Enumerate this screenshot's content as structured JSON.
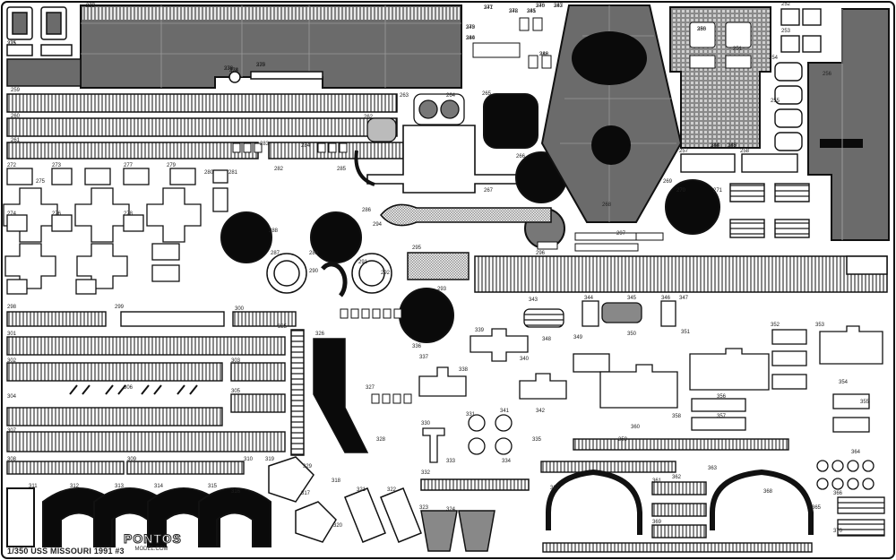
{
  "sheet": {
    "caption": "1/350 USS MISSOURI 1991 #3",
    "brand": "PONTOS",
    "brand_url": "MODEL.COM"
  },
  "colors": {
    "background": "#ffffff",
    "fret_metal": "#6b6b6b",
    "outline": "#111111",
    "solid_part": "#0a0a0a",
    "grid_fill": "#cfcfcf"
  },
  "part_numbers": [
    "235",
    "236",
    "237",
    "238",
    "239",
    "240",
    "241",
    "242",
    "243",
    "244",
    "245",
    "246",
    "247",
    "248",
    "249",
    "250",
    "251",
    "252",
    "253",
    "254",
    "255",
    "256",
    "257",
    "258",
    "259",
    "260",
    "261",
    "262",
    "263",
    "264",
    "265",
    "266",
    "267",
    "268",
    "269",
    "270",
    "271",
    "272",
    "273",
    "274",
    "275",
    "276",
    "277",
    "278",
    "279",
    "280",
    "281",
    "282",
    "283",
    "284",
    "285",
    "286",
    "287",
    "288",
    "289",
    "290",
    "291",
    "292",
    "293",
    "294",
    "295",
    "296",
    "297",
    "298",
    "299",
    "300",
    "301",
    "302",
    "303",
    "304",
    "305",
    "306",
    "307",
    "308",
    "309",
    "310",
    "311",
    "312",
    "313",
    "314",
    "315",
    "316",
    "317",
    "318",
    "319",
    "320",
    "321",
    "322",
    "323",
    "324",
    "325",
    "326",
    "327",
    "328",
    "329",
    "330",
    "331",
    "332",
    "333",
    "334",
    "335",
    "336",
    "337",
    "338",
    "339",
    "340",
    "341",
    "342",
    "343",
    "344",
    "345",
    "346",
    "347",
    "348",
    "349",
    "350",
    "351",
    "352",
    "353",
    "354",
    "355",
    "356",
    "357",
    "358",
    "359",
    "360",
    "361",
    "362",
    "363",
    "364",
    "365",
    "366",
    "367",
    "368",
    "369",
    "370",
    "371",
    "372",
    "373",
    "374",
    "375",
    "376",
    "377",
    "378",
    "379",
    "380",
    "381",
    "382",
    "383",
    "384",
    "385",
    "386"
  ]
}
